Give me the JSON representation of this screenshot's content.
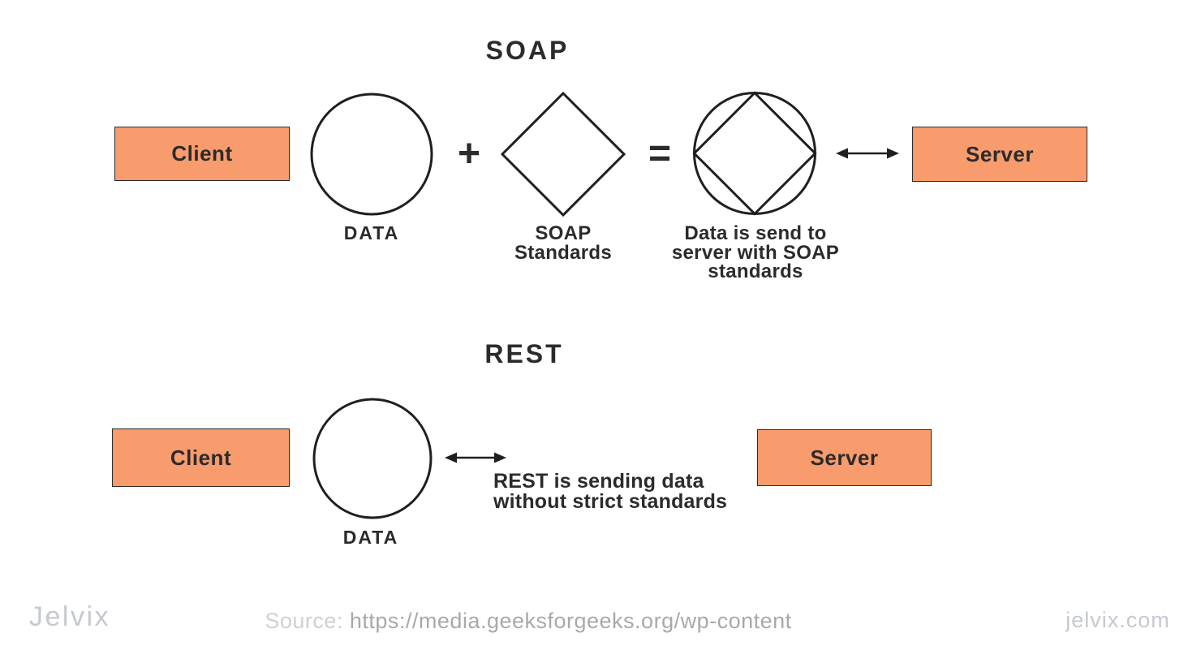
{
  "colors": {
    "accent-orange": "#F89B6D",
    "box-border": "#2b2b2b",
    "shape-stroke": "#1f1f1f",
    "text-dark": "#2b2b2b",
    "footer-gray": "#c5c9d0",
    "source-label-gray": "#d0d0d2",
    "source-url-gray": "#a9a9ab"
  },
  "soap": {
    "title": "SOAP",
    "client": "Client",
    "data_label": "DATA",
    "plus": "+",
    "standards_label": "SOAP\nStandards",
    "equals": "=",
    "result_label": "Data is send to\nserver with SOAP\nstandards",
    "server": "Server"
  },
  "rest": {
    "title": "REST",
    "client": "Client",
    "data_label": "DATA",
    "note": "REST is sending data\nwithout strict standards",
    "server": "Server"
  },
  "footer": {
    "logo": "Jelvix",
    "source_label": "Source:",
    "source_url": "https://media.geeksforgeeks.org/wp-content",
    "website": "jelvix.com"
  }
}
